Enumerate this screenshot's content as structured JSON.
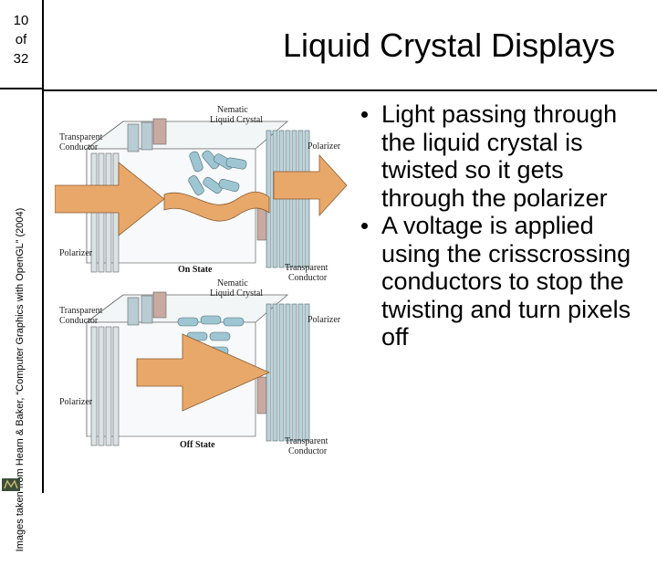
{
  "slide_number": {
    "current": "10",
    "of": "of",
    "total": "32"
  },
  "credit": "Images taken from Hearn & Baker, “Computer Graphics with OpenGL” (2004)",
  "title": "Liquid Crystal Displays",
  "bullets": [
    "Light passing through the liquid crystal is twisted so it gets through the polarizer",
    "A voltage is applied using the crisscrossing conductors to stop the twisting and turn pixels off"
  ],
  "figure": {
    "on_state": {
      "nematic": [
        "Nematic",
        "Liquid Crystal"
      ],
      "transparent_conductor_left": [
        "Transparent",
        "Conductor"
      ],
      "polarizer_right": "Polarizer",
      "polarizer_left": "Polarizer",
      "state_label": "On State",
      "transparent_conductor_bottom": [
        "Transparent",
        "Conductor"
      ]
    },
    "off_state": {
      "nematic": [
        "Nematic",
        "Liquid Crystal"
      ],
      "transparent_conductor_left": [
        "Transparent",
        "Conductor"
      ],
      "polarizer_right": "Polarizer",
      "polarizer_left": "Polarizer",
      "state_label": "Off State",
      "transparent_conductor_bottom": [
        "Transparent",
        "Conductor"
      ]
    }
  },
  "colors": {
    "arrow": "#e8a86a",
    "glass": "#cfd8dc",
    "conductor": "#b7cdd3",
    "crystal": "#9ec6d2"
  }
}
